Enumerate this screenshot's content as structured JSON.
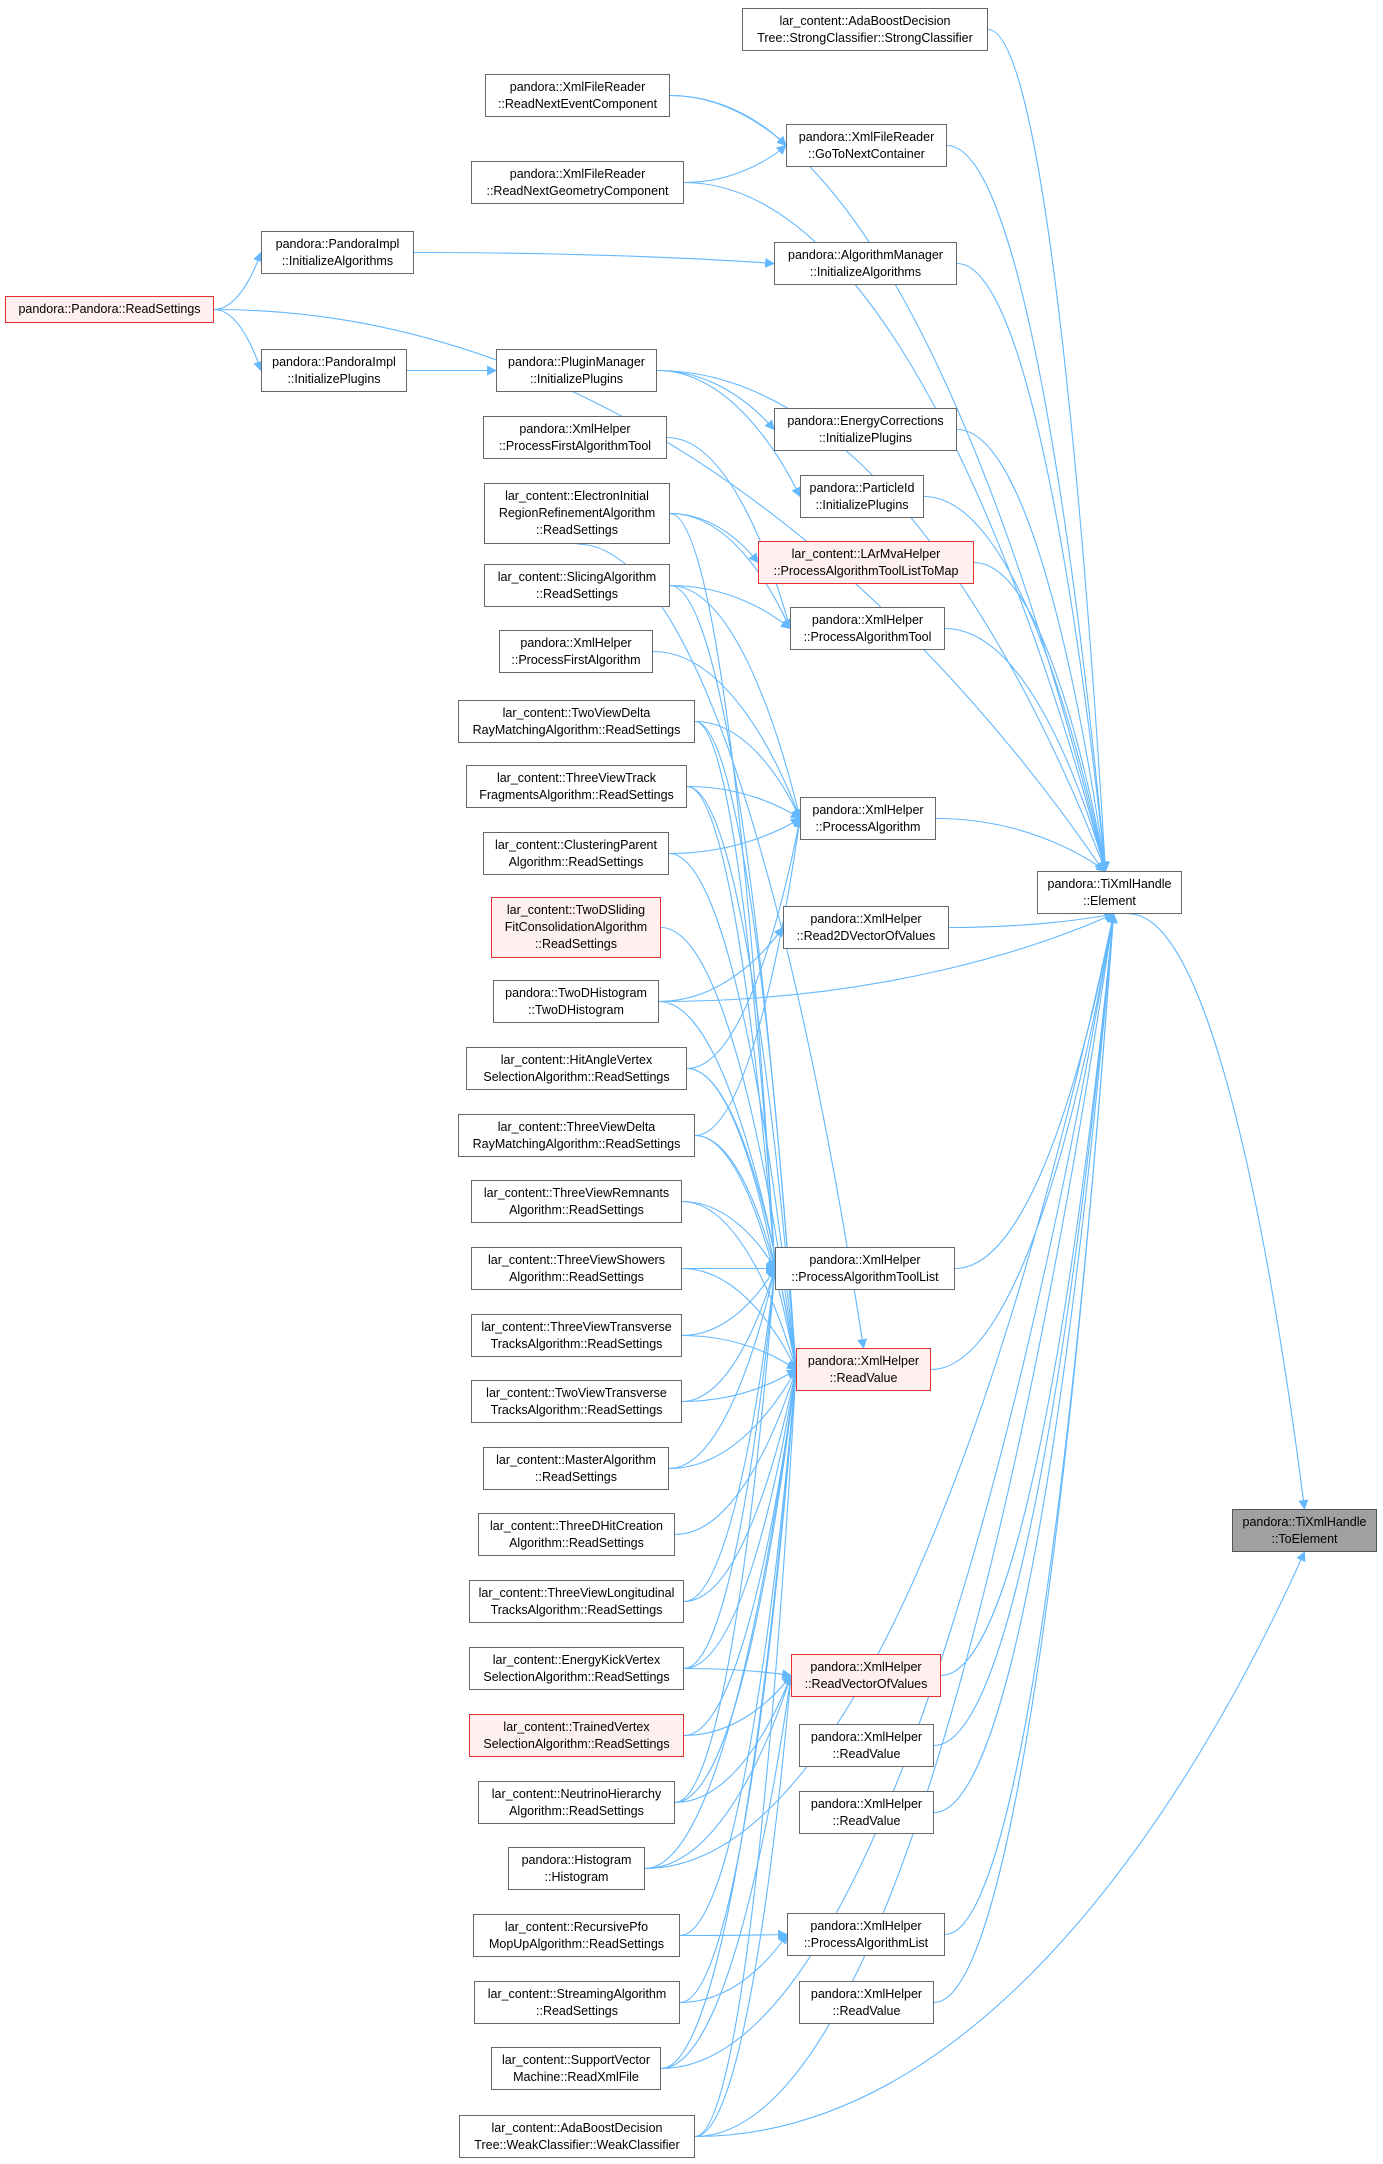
{
  "colors": {
    "edge": "#63b8ff",
    "node_border": "#666666",
    "highlight_border": "#e03030",
    "highlight_fill": "#fff0f0",
    "target_fill": "#a0a0a0"
  },
  "nodes": [
    {
      "id": "adaStrong",
      "lines": [
        "lar_content::AdaBoostDecision",
        "Tree::StrongClassifier::StrongClassifier"
      ],
      "style": "normal"
    },
    {
      "id": "xfrEvent",
      "lines": [
        "pandora::XmlFileReader",
        "::ReadNextEventComponent"
      ],
      "style": "normal"
    },
    {
      "id": "xfrGoTo",
      "lines": [
        "pandora::XmlFileReader",
        "::GoToNextContainer"
      ],
      "style": "normal"
    },
    {
      "id": "xfrGeom",
      "lines": [
        "pandora::XmlFileReader",
        "::ReadNextGeometryComponent"
      ],
      "style": "normal"
    },
    {
      "id": "piInitAlg",
      "lines": [
        "pandora::PandoraImpl",
        "::InitializeAlgorithms"
      ],
      "style": "normal"
    },
    {
      "id": "amInitAlg",
      "lines": [
        "pandora::AlgorithmManager",
        "::InitializeAlgorithms"
      ],
      "style": "normal"
    },
    {
      "id": "pandoraRead",
      "lines": [
        "pandora::Pandora::ReadSettings"
      ],
      "style": "red"
    },
    {
      "id": "piInitPlug",
      "lines": [
        "pandora::PandoraImpl",
        "::InitializePlugins"
      ],
      "style": "normal"
    },
    {
      "id": "pmInitPlug",
      "lines": [
        "pandora::PluginManager",
        "::InitializePlugins"
      ],
      "style": "normal"
    },
    {
      "id": "xhPFAT",
      "lines": [
        "pandora::XmlHelper",
        "::ProcessFirstAlgorithmTool"
      ],
      "style": "normal"
    },
    {
      "id": "ecInit",
      "lines": [
        "pandora::EnergyCorrections",
        "::InitializePlugins"
      ],
      "style": "normal"
    },
    {
      "id": "pidInit",
      "lines": [
        "pandora::ParticleId",
        "::InitializePlugins"
      ],
      "style": "normal"
    },
    {
      "id": "eirr",
      "lines": [
        "lar_content::ElectronInitial",
        "RegionRefinementAlgorithm",
        "::ReadSettings"
      ],
      "style": "normal"
    },
    {
      "id": "lmva",
      "lines": [
        "lar_content::LArMvaHelper",
        "::ProcessAlgorithmToolListToMap"
      ],
      "style": "red"
    },
    {
      "id": "slicing",
      "lines": [
        "lar_content::SlicingAlgorithm",
        "::ReadSettings"
      ],
      "style": "normal"
    },
    {
      "id": "xhPAT",
      "lines": [
        "pandora::XmlHelper",
        "::ProcessAlgorithmTool"
      ],
      "style": "normal"
    },
    {
      "id": "xhPFA",
      "lines": [
        "pandora::XmlHelper",
        "::ProcessFirstAlgorithm"
      ],
      "style": "normal"
    },
    {
      "id": "tvdRay",
      "lines": [
        "lar_content::TwoViewDelta",
        "RayMatchingAlgorithm::ReadSettings"
      ],
      "style": "normal"
    },
    {
      "id": "tvtf",
      "lines": [
        "lar_content::ThreeViewTrack",
        "FragmentsAlgorithm::ReadSettings"
      ],
      "style": "normal"
    },
    {
      "id": "xhPA",
      "lines": [
        "pandora::XmlHelper",
        "::ProcessAlgorithm"
      ],
      "style": "normal"
    },
    {
      "id": "clustParent",
      "lines": [
        "lar_content::ClusteringParent",
        "Algorithm::ReadSettings"
      ],
      "style": "normal"
    },
    {
      "id": "tiElement",
      "lines": [
        "pandora::TiXmlHandle",
        "::Element"
      ],
      "style": "normal"
    },
    {
      "id": "twoDSliding",
      "lines": [
        "lar_content::TwoDSliding",
        "FitConsolidationAlgorithm",
        "::ReadSettings"
      ],
      "style": "red"
    },
    {
      "id": "xhR2D",
      "lines": [
        "pandora::XmlHelper",
        "::Read2DVectorOfValues"
      ],
      "style": "normal"
    },
    {
      "id": "twoDHist",
      "lines": [
        "pandora::TwoDHistogram",
        "::TwoDHistogram"
      ],
      "style": "normal"
    },
    {
      "id": "hitAngle",
      "lines": [
        "lar_content::HitAngleVertex",
        "SelectionAlgorithm::ReadSettings"
      ],
      "style": "normal"
    },
    {
      "id": "thvdRay",
      "lines": [
        "lar_content::ThreeViewDelta",
        "RayMatchingAlgorithm::ReadSettings"
      ],
      "style": "normal"
    },
    {
      "id": "tvRemn",
      "lines": [
        "lar_content::ThreeViewRemnants",
        "Algorithm::ReadSettings"
      ],
      "style": "normal"
    },
    {
      "id": "tvShow",
      "lines": [
        "lar_content::ThreeViewShowers",
        "Algorithm::ReadSettings"
      ],
      "style": "normal"
    },
    {
      "id": "xhPATL",
      "lines": [
        "pandora::XmlHelper",
        "::ProcessAlgorithmToolList"
      ],
      "style": "normal"
    },
    {
      "id": "tvTransT",
      "lines": [
        "lar_content::ThreeViewTransverse",
        "TracksAlgorithm::ReadSettings"
      ],
      "style": "normal"
    },
    {
      "id": "xhRV",
      "lines": [
        "pandora::XmlHelper",
        "::ReadValue"
      ],
      "style": "red"
    },
    {
      "id": "twvTransT",
      "lines": [
        "lar_content::TwoViewTransverse",
        "TracksAlgorithm::ReadSettings"
      ],
      "style": "normal"
    },
    {
      "id": "master",
      "lines": [
        "lar_content::MasterAlgorithm",
        "::ReadSettings"
      ],
      "style": "normal"
    },
    {
      "id": "tiToElement",
      "lines": [
        "pandora::TiXmlHandle",
        "::ToElement"
      ],
      "style": "target"
    },
    {
      "id": "threeDHit",
      "lines": [
        "lar_content::ThreeDHitCreation",
        "Algorithm::ReadSettings"
      ],
      "style": "normal"
    },
    {
      "id": "tvLong",
      "lines": [
        "lar_content::ThreeViewLongitudinal",
        "TracksAlgorithm::ReadSettings"
      ],
      "style": "normal"
    },
    {
      "id": "energyKick",
      "lines": [
        "lar_content::EnergyKickVertex",
        "SelectionAlgorithm::ReadSettings"
      ],
      "style": "normal"
    },
    {
      "id": "xhRVV",
      "lines": [
        "pandora::XmlHelper",
        "::ReadVectorOfValues"
      ],
      "style": "red"
    },
    {
      "id": "trained",
      "lines": [
        "lar_content::TrainedVertex",
        "SelectionAlgorithm::ReadSettings"
      ],
      "style": "red"
    },
    {
      "id": "xhRV2",
      "lines": [
        "pandora::XmlHelper",
        "::ReadValue"
      ],
      "style": "normal"
    },
    {
      "id": "nuHier",
      "lines": [
        "lar_content::NeutrinoHierarchy",
        "Algorithm::ReadSettings"
      ],
      "style": "normal"
    },
    {
      "id": "xhRV3",
      "lines": [
        "pandora::XmlHelper",
        "::ReadValue"
      ],
      "style": "normal"
    },
    {
      "id": "hist",
      "lines": [
        "pandora::Histogram",
        "::Histogram"
      ],
      "style": "normal"
    },
    {
      "id": "recPfo",
      "lines": [
        "lar_content::RecursivePfo",
        "MopUpAlgorithm::ReadSettings"
      ],
      "style": "normal"
    },
    {
      "id": "xhPAL",
      "lines": [
        "pandora::XmlHelper",
        "::ProcessAlgorithmList"
      ],
      "style": "normal"
    },
    {
      "id": "streaming",
      "lines": [
        "lar_content::StreamingAlgorithm",
        "::ReadSettings"
      ],
      "style": "normal"
    },
    {
      "id": "xhRV4",
      "lines": [
        "pandora::XmlHelper",
        "::ReadValue"
      ],
      "style": "normal"
    },
    {
      "id": "svm",
      "lines": [
        "lar_content::SupportVector",
        "Machine::ReadXmlFile"
      ],
      "style": "normal"
    },
    {
      "id": "adaWeak",
      "lines": [
        "lar_content::AdaBoostDecision",
        "Tree::WeakClassifier::WeakClassifier"
      ],
      "style": "normal"
    }
  ]
}
